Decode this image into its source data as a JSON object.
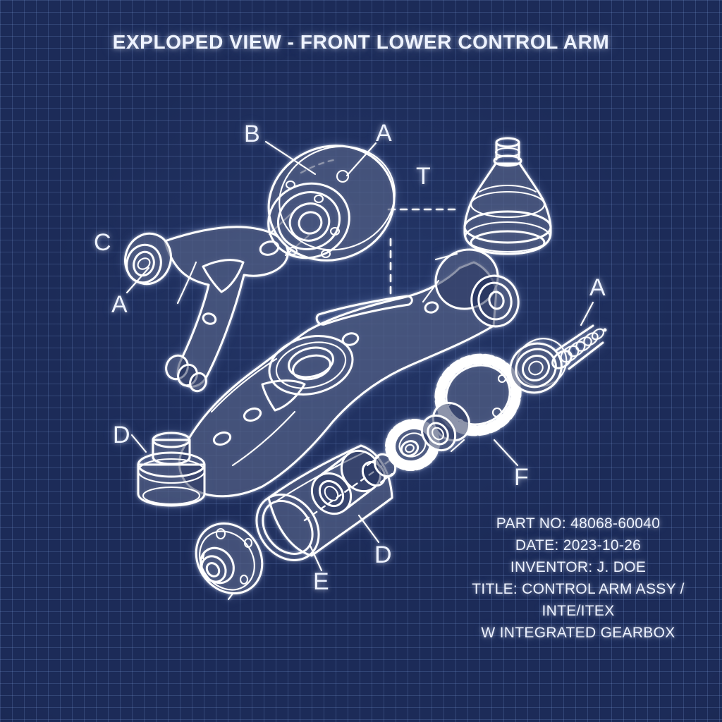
{
  "title": "EXPLOPED VIEW - FRONT LOWER CONTROL ARM",
  "callouts": {
    "b": "B",
    "a_top": "A",
    "t": "T",
    "c": "C",
    "a_left": "A",
    "d_left": "D",
    "f": "F",
    "d_bottom": "D",
    "e": "E",
    "a_right": "A"
  },
  "info": {
    "lines": [
      "PART NO: 48068-60040",
      "DATE: 2023-10-26",
      "INVENTOR: J. DOE",
      "TITLE: CONTROL ARM ASSY /",
      "INTE/ITEX",
      "W INTEGRATED GEARBOX"
    ]
  },
  "colors": {
    "bg": "#1c2b58",
    "bg-edge": "rgba(6,13,32,0.58)",
    "grid": "rgba(115,145,205,0.26)",
    "center-glow": "rgba(70,100,165,0.22)",
    "line": "#ffffff",
    "text": "#eef3ff"
  }
}
